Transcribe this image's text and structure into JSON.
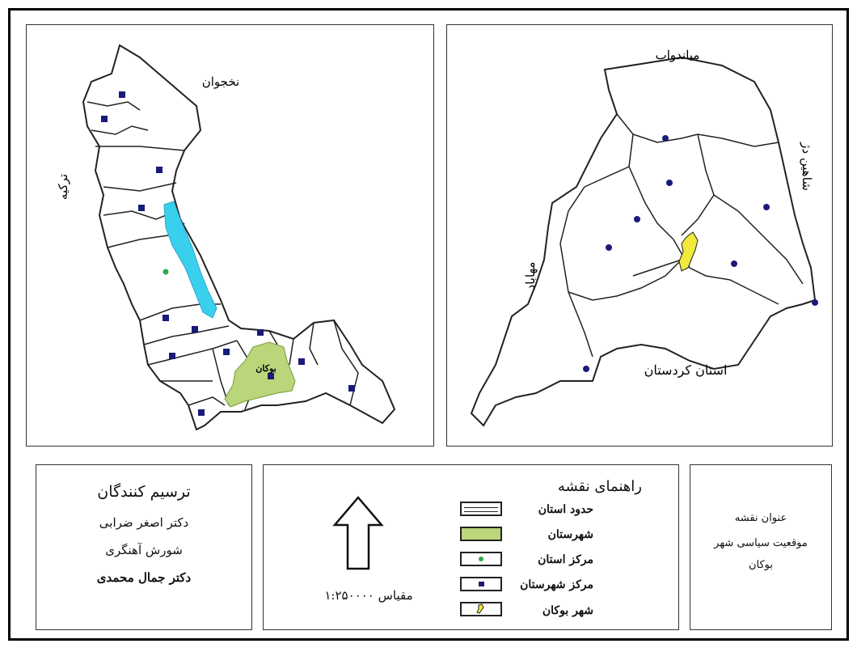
{
  "colors": {
    "province_fill": "#ffffff",
    "county_fill": "#b9d67a",
    "lake_fill": "#39d0ee",
    "province_center": "#2fa84a",
    "county_center": "#1a1a7a",
    "bukan_city_fill": "#f2ea3a"
  },
  "left_map": {
    "neighbors": {
      "nakhchivan": "نخجوان",
      "turkey": "ترکیه"
    },
    "county_label": "بوکان"
  },
  "right_map": {
    "neighbors": {
      "miandoab": "میاندواب",
      "shahindezh": "شاهین دژ",
      "mahabad": "مهاباد",
      "kurdistan": "استان کردستان"
    }
  },
  "credits": {
    "heading": "ترسیم کنندگان",
    "names": [
      "دکتر اصغر ضرابی",
      "شورش آهنگری",
      "دکتر جمال محمدی"
    ]
  },
  "legend": {
    "heading": "راهنمای نقشه",
    "items": [
      {
        "label": "حدود استان",
        "icon": "province-boundary-symbol"
      },
      {
        "label": "شهرستان",
        "icon": "county-fill-symbol"
      },
      {
        "label": "مرکز استان",
        "icon": "province-center-dot"
      },
      {
        "label": "مرکز شهرستان",
        "icon": "county-center-square"
      },
      {
        "label": "شهر بوکان",
        "icon": "bukan-city-symbol"
      }
    ],
    "scale": "مقیاس ۱:۲۵۰۰۰۰",
    "north_icon": "north-arrow-icon"
  },
  "title_box": {
    "label": "عنوان نقشه",
    "title_line1": "موقعیت سیاسی شهر",
    "title_line2": "بوکان"
  }
}
